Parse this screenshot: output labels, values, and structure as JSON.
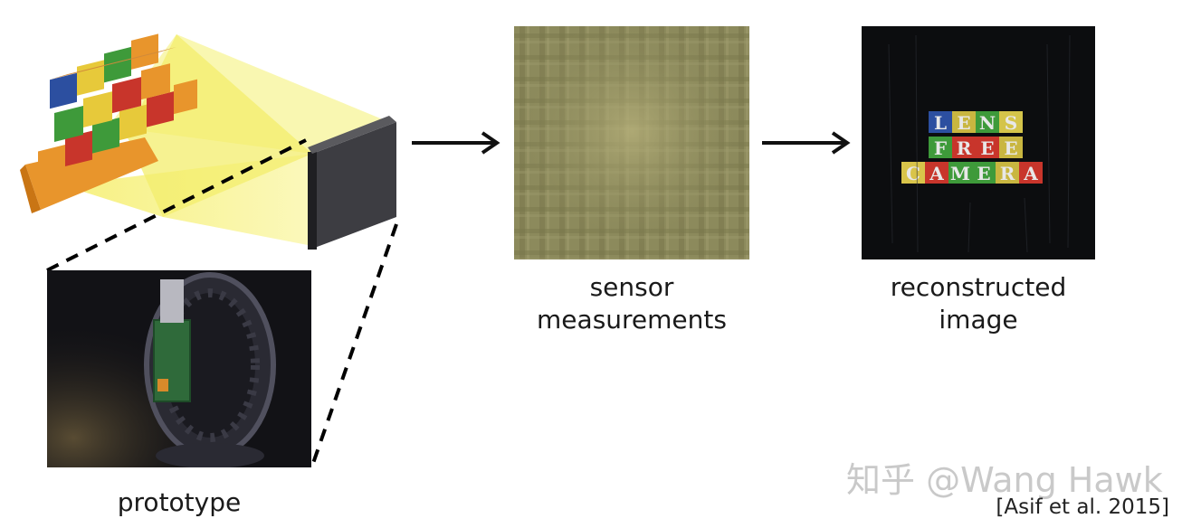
{
  "labels": {
    "sensor_line1": "sensor",
    "sensor_line2": "measurements",
    "recon_line1": "reconstructed",
    "recon_line2": "image",
    "prototype": "prototype"
  },
  "blocks": {
    "row1": [
      "L",
      "E",
      "N",
      "S"
    ],
    "row2": [
      "F",
      "R",
      "E",
      "E"
    ],
    "row3": [
      "C",
      "A",
      "M",
      "E",
      "R",
      "A"
    ]
  },
  "watermark": "知乎 @Wang Hawk",
  "citation": "[Asif et al. 2015]",
  "colors": {
    "beam": "#f4f07c",
    "sensor_base": "#8c8a5c",
    "recon_bg": "#0c0d0f",
    "arrow": "#111111",
    "block_red": "#c8352b",
    "block_green": "#3e9a3a",
    "block_yellow": "#e7c93a",
    "block_blue": "#2c4fa0",
    "block_orange": "#e8952c"
  },
  "icons": [
    "arrow-right-icon"
  ]
}
